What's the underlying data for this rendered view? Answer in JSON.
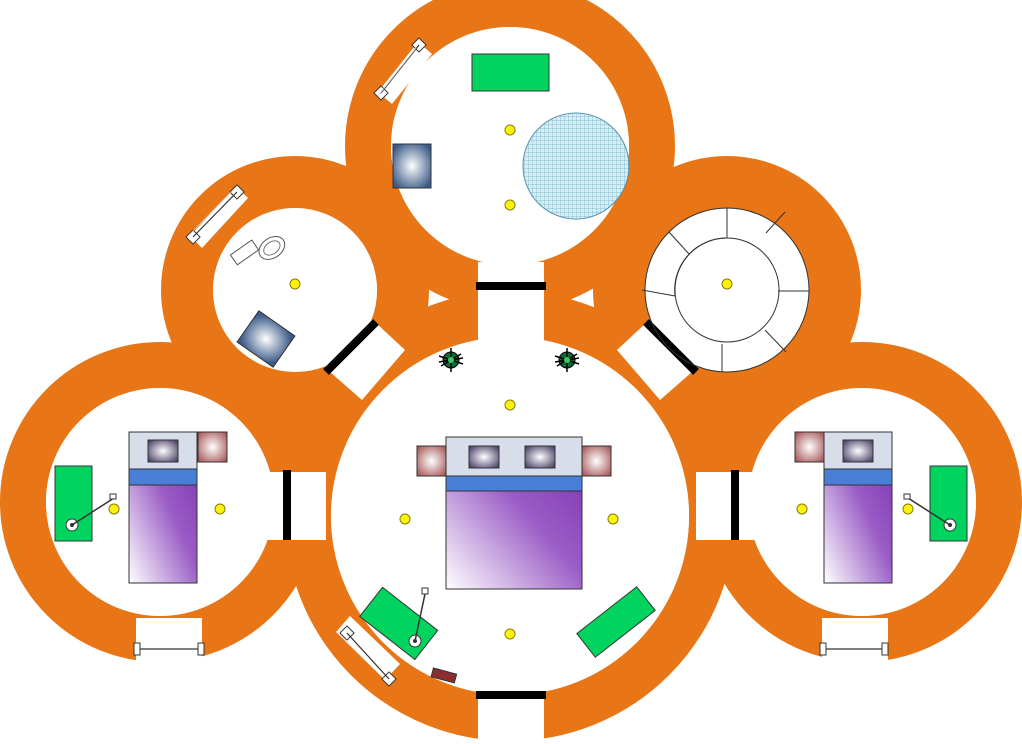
{
  "diagram": {
    "kind": "floor-plan",
    "rooms": [
      {
        "id": "master-bedroom",
        "shape": "round",
        "furniture": [
          "double-bed",
          "pillow",
          "pillow",
          "nightstand",
          "nightstand",
          "desk",
          "desk-lamp",
          "cabinet",
          "mat"
        ]
      },
      {
        "id": "north-room",
        "shape": "round",
        "furniture": [
          "sofa",
          "round-rug",
          "armchair"
        ]
      },
      {
        "id": "bathroom",
        "shape": "round",
        "furniture": [
          "toilet",
          "shower-tray"
        ]
      },
      {
        "id": "stair-room",
        "shape": "round",
        "furniture": [
          "spiral-staircase"
        ]
      },
      {
        "id": "west-bedroom",
        "shape": "round",
        "furniture": [
          "single-bed",
          "pillow",
          "nightstand",
          "desk",
          "desk-lamp"
        ]
      },
      {
        "id": "east-bedroom",
        "shape": "round",
        "furniture": [
          "single-bed",
          "pillow",
          "nightstand",
          "desk",
          "desk-lamp"
        ]
      }
    ],
    "counts": {
      "rooms": 6,
      "windows": 6,
      "doorways": 6,
      "plants": 2,
      "ceiling_lights": 12
    }
  },
  "colors": {
    "wall": "#E87616",
    "door_threshold": "#000000",
    "desk": "#00D45F",
    "light": "#FFF20A",
    "bed_cover": "#8040B0",
    "bed_band": "#4A7FD8",
    "headboard": "#D7DEEA",
    "pillow": "#52466E",
    "nightstand": "#B96A6A",
    "rug": "#9FD4E4",
    "armchair": "#3B5A88",
    "cabinet_top": "#8B2E2E"
  },
  "icons": [
    "plant-icon",
    "lamp-icon",
    "toilet-icon",
    "staircase-icon",
    "window-icon"
  ]
}
